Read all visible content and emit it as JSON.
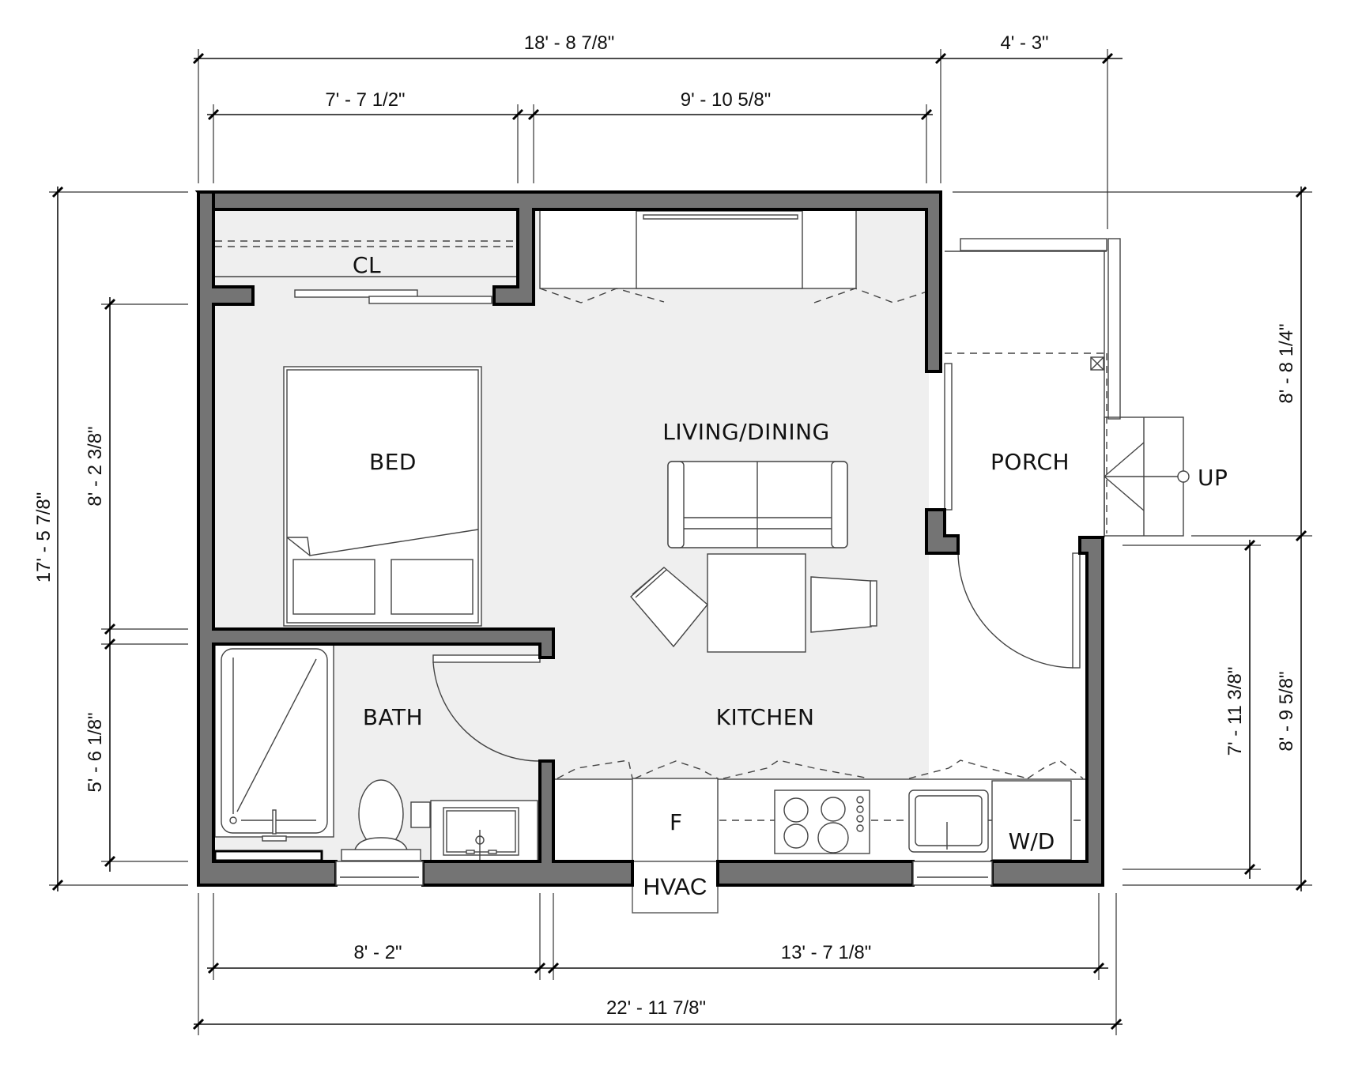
{
  "plan": {
    "rooms": {
      "closet": "CL",
      "bed": "BED",
      "living_dining": "LIVING/DINING",
      "porch": "PORCH",
      "bath": "BATH",
      "kitchen": "KITCHEN"
    },
    "fixtures": {
      "fridge": "F",
      "hvac": "HVAC",
      "washer_dryer": "W/D",
      "stairs_up": "UP"
    },
    "dimensions": {
      "top_overall": "18' - 8 7/8\"",
      "top_porch": "4' - 3\"",
      "top_bedroom": "7' - 7 1/2\"",
      "top_living": "9' - 10 5/8\"",
      "left_overall": "17' - 5 7/8\"",
      "left_bedroom": "8' - 2 3/8\"",
      "left_bath": "5' - 6 1/8\"",
      "right_porch": "8' - 8 1/4\"",
      "right_kitchen_inner": "7' - 11 3/8\"",
      "right_kitchen_outer": "8' - 9 5/8\"",
      "bottom_bath": "8' - 2\"",
      "bottom_kitchen": "13' - 7 1/8\"",
      "bottom_overall": "22' - 11 7/8\""
    },
    "colors": {
      "wall_fill": "#747474",
      "floor_fill": "#efefef",
      "line": "#000000"
    }
  }
}
